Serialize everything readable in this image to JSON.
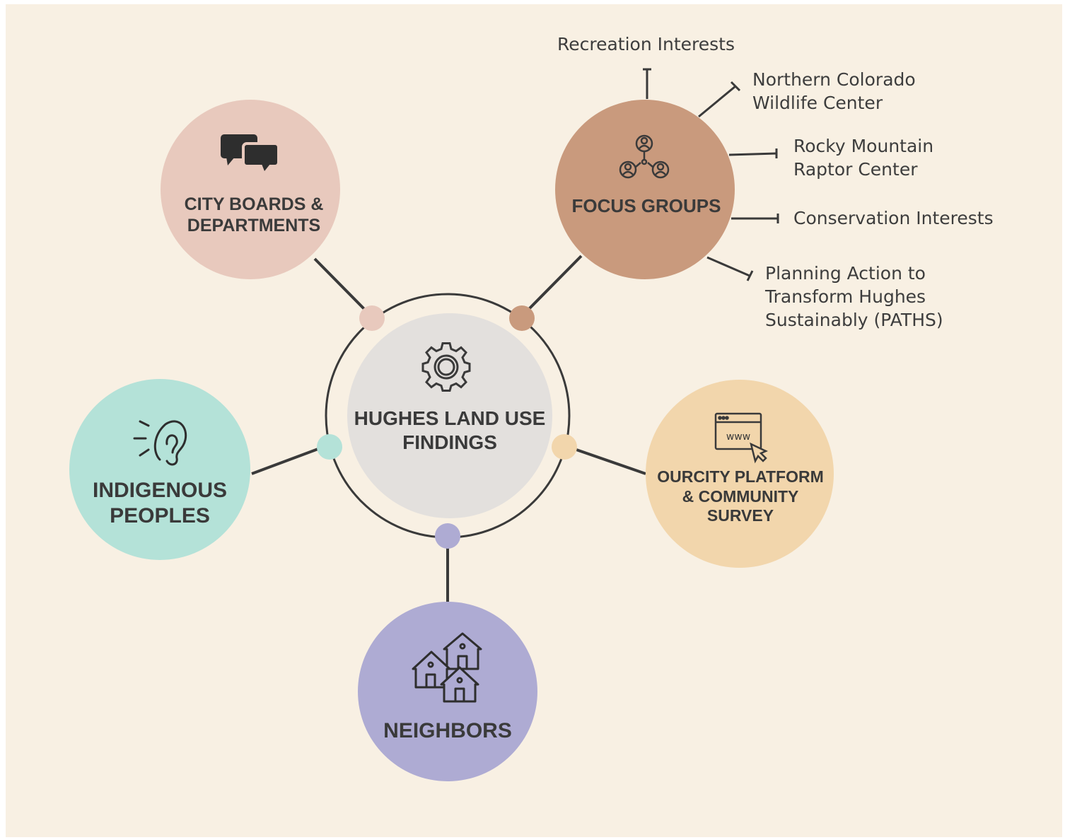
{
  "center": {
    "label": "HUGHES LAND USE\nFINDINGS",
    "icon": "gear-icon",
    "color": "#e3e0dd"
  },
  "nodes": {
    "city_boards": {
      "label": "CITY BOARDS &\nDEPARTMENTS",
      "icon": "speech-bubbles-icon",
      "color": "#e8c9bd"
    },
    "focus_groups": {
      "label": "FOCUS GROUPS",
      "icon": "people-network-icon",
      "color": "#c99a7d"
    },
    "indigenous": {
      "label": "INDIGENOUS\nPEOPLES",
      "icon": "ear-icon",
      "color": "#b4e2d8"
    },
    "ourcity": {
      "label": "OURCITY PLATFORM\n& COMMUNITY\nSURVEY",
      "icon": "web-browser-icon",
      "color": "#f2d6ac"
    },
    "neighbors": {
      "label": "NEIGHBORS",
      "icon": "houses-icon",
      "color": "#aeabd3"
    }
  },
  "focus_group_branches": [
    "Recreation Interests",
    "Northern Colorado\nWildlife Center",
    "Rocky Mountain\nRaptor Center",
    "Conservation Interests",
    "Planning Action to\nTransform Hughes\nSustainably (PATHS)"
  ],
  "colors": {
    "background": "#f8f0e3",
    "line": "#3a3a3a"
  }
}
